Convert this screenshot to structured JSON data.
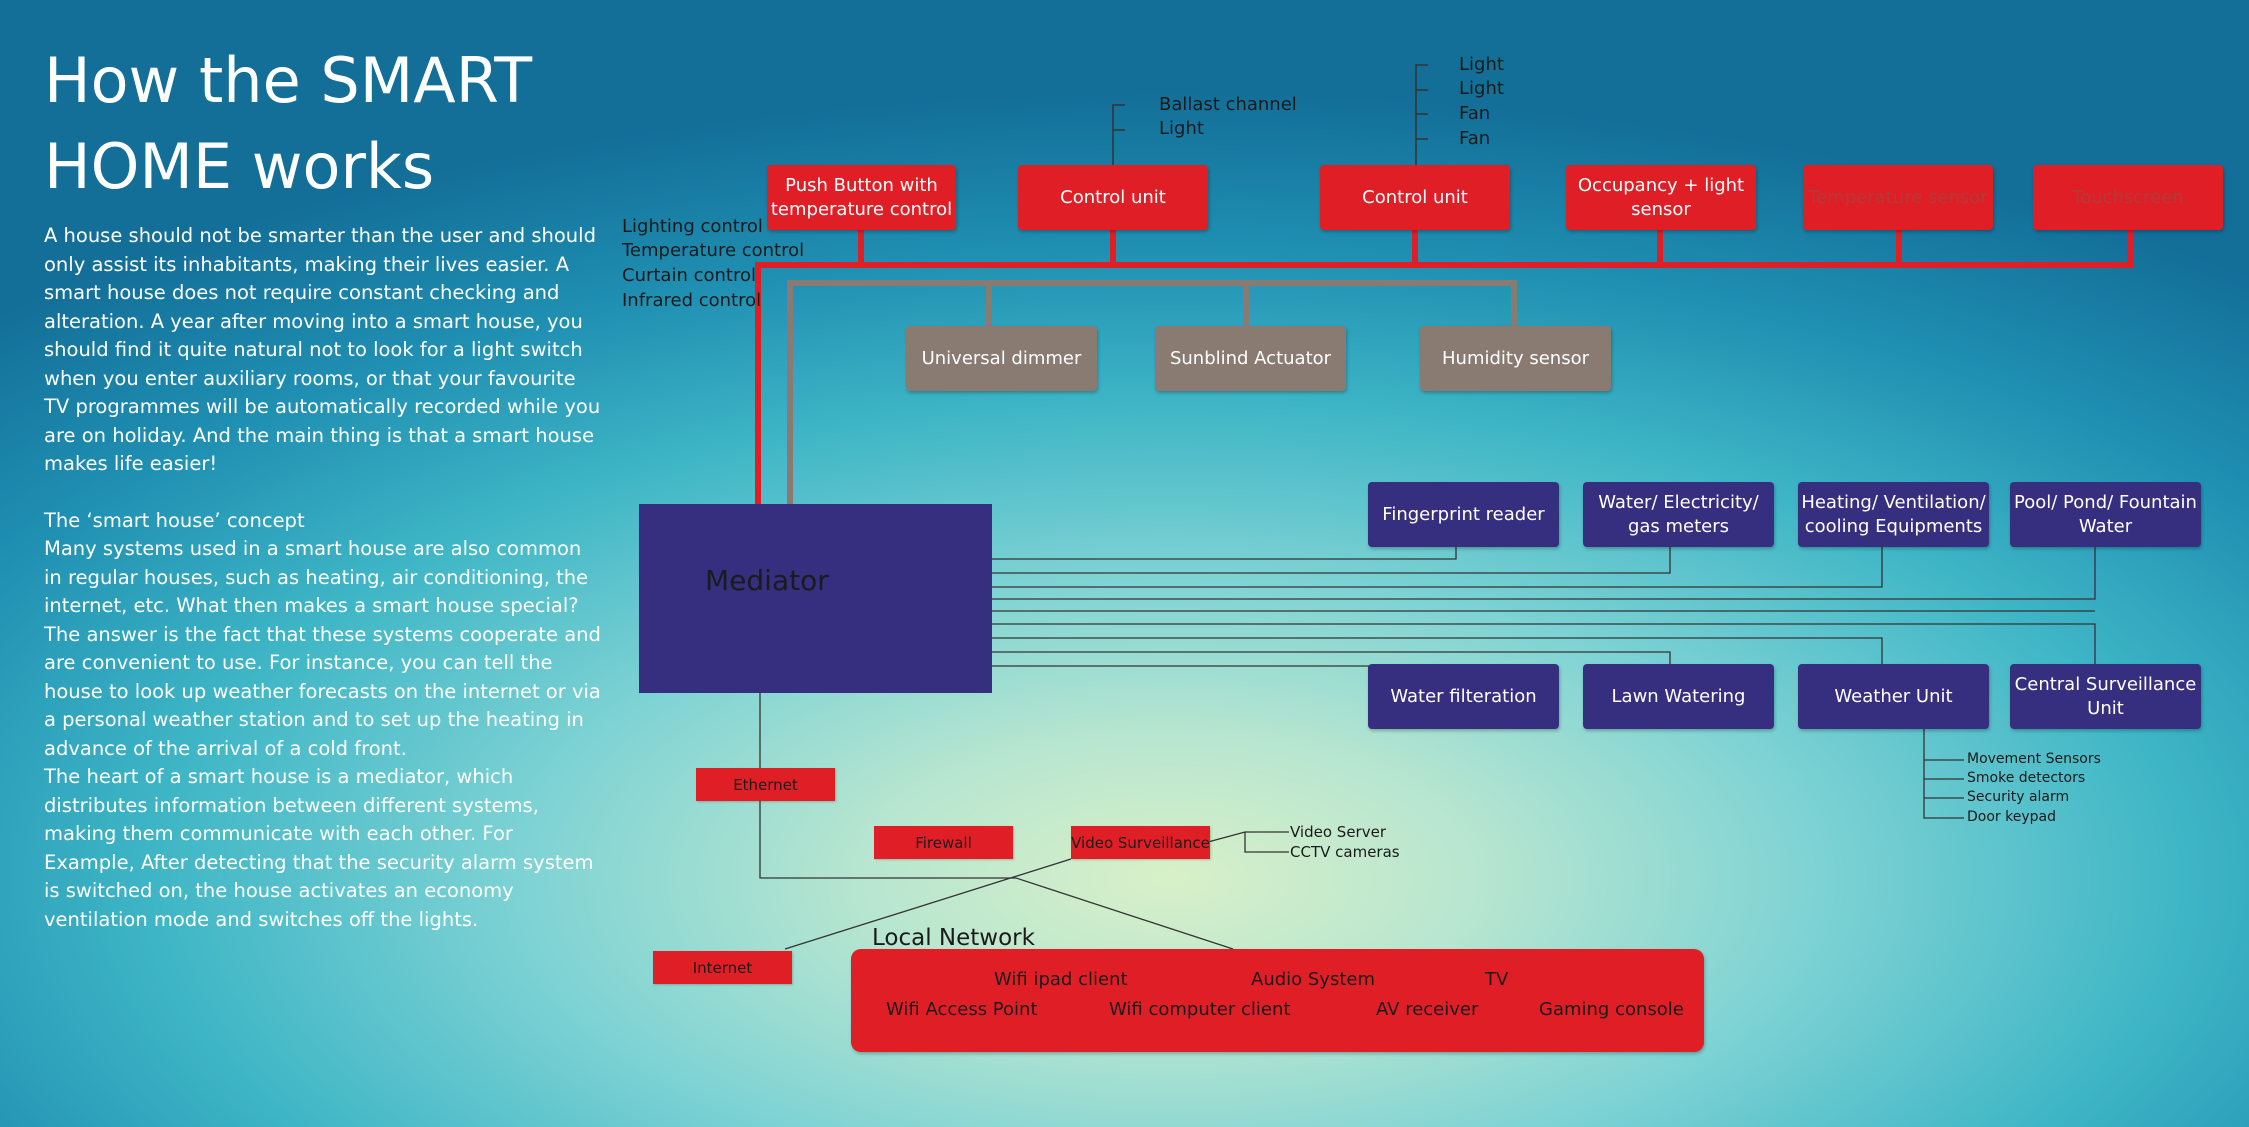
{
  "title": "How the SMART HOME works",
  "paragraphs": [
    "A house should not be smarter than the user and should only assist its inhabitants, making their lives easier. A smart house does not require constant checking and alteration. A year after moving into a smart house, you should find it quite natural not to look for a light switch when you enter auxiliary rooms, or that your favourite TV programmes will be automatically recorded while you are on holiday. And the main thing is that a smart house makes life easier!",
    "The ‘smart house’ concept",
    "Many systems used in a smart house are also common in regular houses, such as heating, air conditioning, the internet, etc. What then makes a smart house special? The answer is the fact that these systems cooperate and are convenient to use. For instance, you can tell the house to look up weather forecasts on the internet or via a personal weather station and to set up the heating in advance of the arrival of a cold front.",
    "The heart of a smart house is a mediator, which distributes information between different systems, making them communicate with each other.  For Example, After detecting that the security alarm system is switched on, the house activates an economy ventilation mode and switches off the lights."
  ],
  "top_units": [
    "Push Button with temperature control",
    "Control unit",
    "Control unit",
    "Occupancy + light sensor",
    "Temperature sensor",
    "Touchscreen"
  ],
  "control_unit_1_outputs": [
    "Ballast channel",
    "Light"
  ],
  "control_unit_2_outputs": [
    "Light",
    "Light",
    "Fan",
    "Fan"
  ],
  "push_button_controls": [
    "Lighting control",
    "Temperature control",
    "Curtain control",
    "Infrared control"
  ],
  "grey_units": [
    "Universal dimmer",
    "Sunblind Actuator",
    "Humidity sensor"
  ],
  "mediator": "Mediator",
  "purple_top": [
    "Fingerprint reader",
    "Water/ Electricity/ gas meters",
    "Heating/ Ventilation/ cooling Equipments",
    "Pool/ Pond/ Fountain Water"
  ],
  "purple_bottom": [
    "Water filteration",
    "Lawn Watering",
    "Weather Unit",
    "Central Surveillance Unit"
  ],
  "security_items": [
    "Movement Sensors",
    "Smoke detectors",
    "Security alarm",
    "Door keypad"
  ],
  "network": {
    "ethernet": "Ethernet",
    "firewall": "Firewall",
    "video_surveillance": "Video Surveillance",
    "video_outputs": [
      "Video Server",
      "CCTV cameras"
    ],
    "internet": "Internet",
    "local_network_label": "Local Network",
    "local_network_items": [
      "Wifi ipad client",
      "Audio System",
      "TV",
      "Wifi Access Point",
      "Wifi computer client",
      "AV receiver",
      "Gaming console"
    ]
  },
  "colors": {
    "red": "#e01e26",
    "grey": "#8a7b72",
    "purple": "#362f7f",
    "text_white": "#ffffff"
  }
}
